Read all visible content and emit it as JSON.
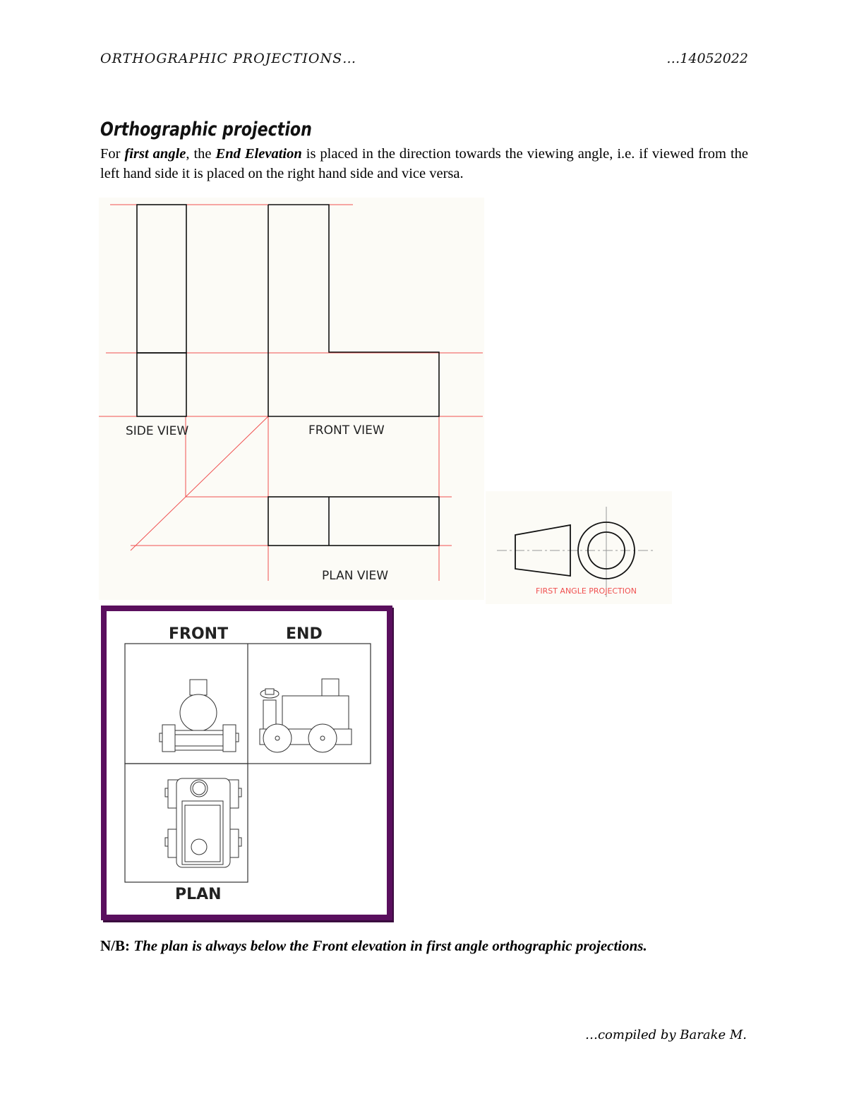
{
  "header": {
    "left": "ORTHOGRAPHIC PROJECTIONS…",
    "right": "…14052022"
  },
  "title": "Orthographic projection",
  "paragraph": {
    "p1": "For ",
    "first_angle": "first angle",
    "p2": ", the ",
    "end_elevation": "End Elevation",
    "p3": " is placed in the direction towards the viewing angle, i.e. if viewed from the left hand side it is placed on the right hand side and vice versa."
  },
  "figure1": {
    "side_view": "SIDE VIEW",
    "front_view": "FRONT VIEW",
    "plan_view": "PLAN VIEW"
  },
  "figure2": {
    "caption": "FIRST ANGLE PROJECTION"
  },
  "figure3": {
    "front": "FRONT",
    "end": "END",
    "plan": "PLAN"
  },
  "note": {
    "label": "N/B:",
    "text": " The plan is always below the Front elevation in first angle orthographic projections."
  },
  "footer": "…compiled by Barake M.",
  "colors": {
    "construction_line": "#f05050",
    "frame_border": "#5a0f5e",
    "figure_bg": "#fcfbf6"
  }
}
